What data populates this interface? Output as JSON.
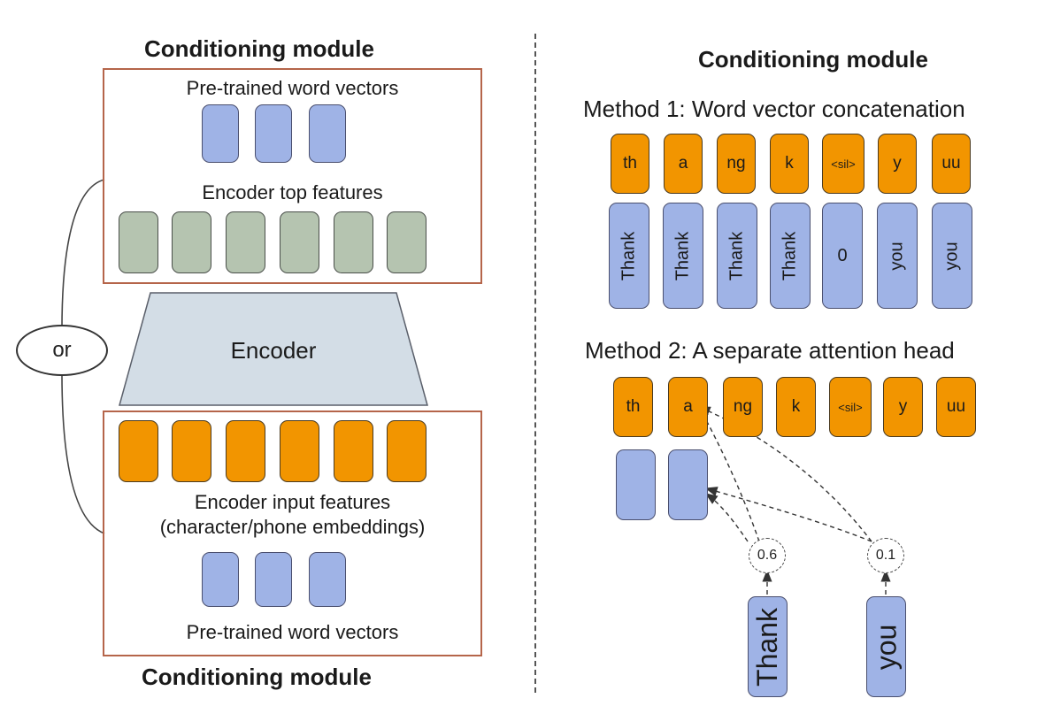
{
  "left": {
    "top_title": "Conditioning module",
    "top_box": {
      "word_vectors_label": "Pre-trained word vectors",
      "encoder_top_label": "Encoder top features"
    },
    "encoder_label": "Encoder",
    "or_label": "or",
    "bottom_box": {
      "input_features_line1": "Encoder input features",
      "input_features_line2": "(character/phone embeddings)",
      "word_vectors_label": "Pre-trained word vectors"
    },
    "bottom_title": "Conditioning module"
  },
  "right": {
    "title": "Conditioning module",
    "method1": {
      "title": "Method 1: Word vector concatenation",
      "phones": [
        "th",
        "a",
        "ng",
        "k",
        "<sil>",
        "y",
        "uu"
      ],
      "words": [
        "Thank",
        "Thank",
        "Thank",
        "Thank",
        "0",
        "you",
        "you"
      ]
    },
    "method2": {
      "title": "Method 2: A separate attention head",
      "phones": [
        "th",
        "a",
        "ng",
        "k",
        "<sil>",
        "y",
        "uu"
      ],
      "weights": [
        "0.6",
        "0.1"
      ],
      "words": [
        "Thank",
        "you"
      ]
    }
  },
  "colors": {
    "phone": "#f29500",
    "word_vector": "#9fb3e6",
    "encoder_top": "#b5c4b0",
    "encoder": "#d3dde6",
    "frame": "#b5654a"
  }
}
